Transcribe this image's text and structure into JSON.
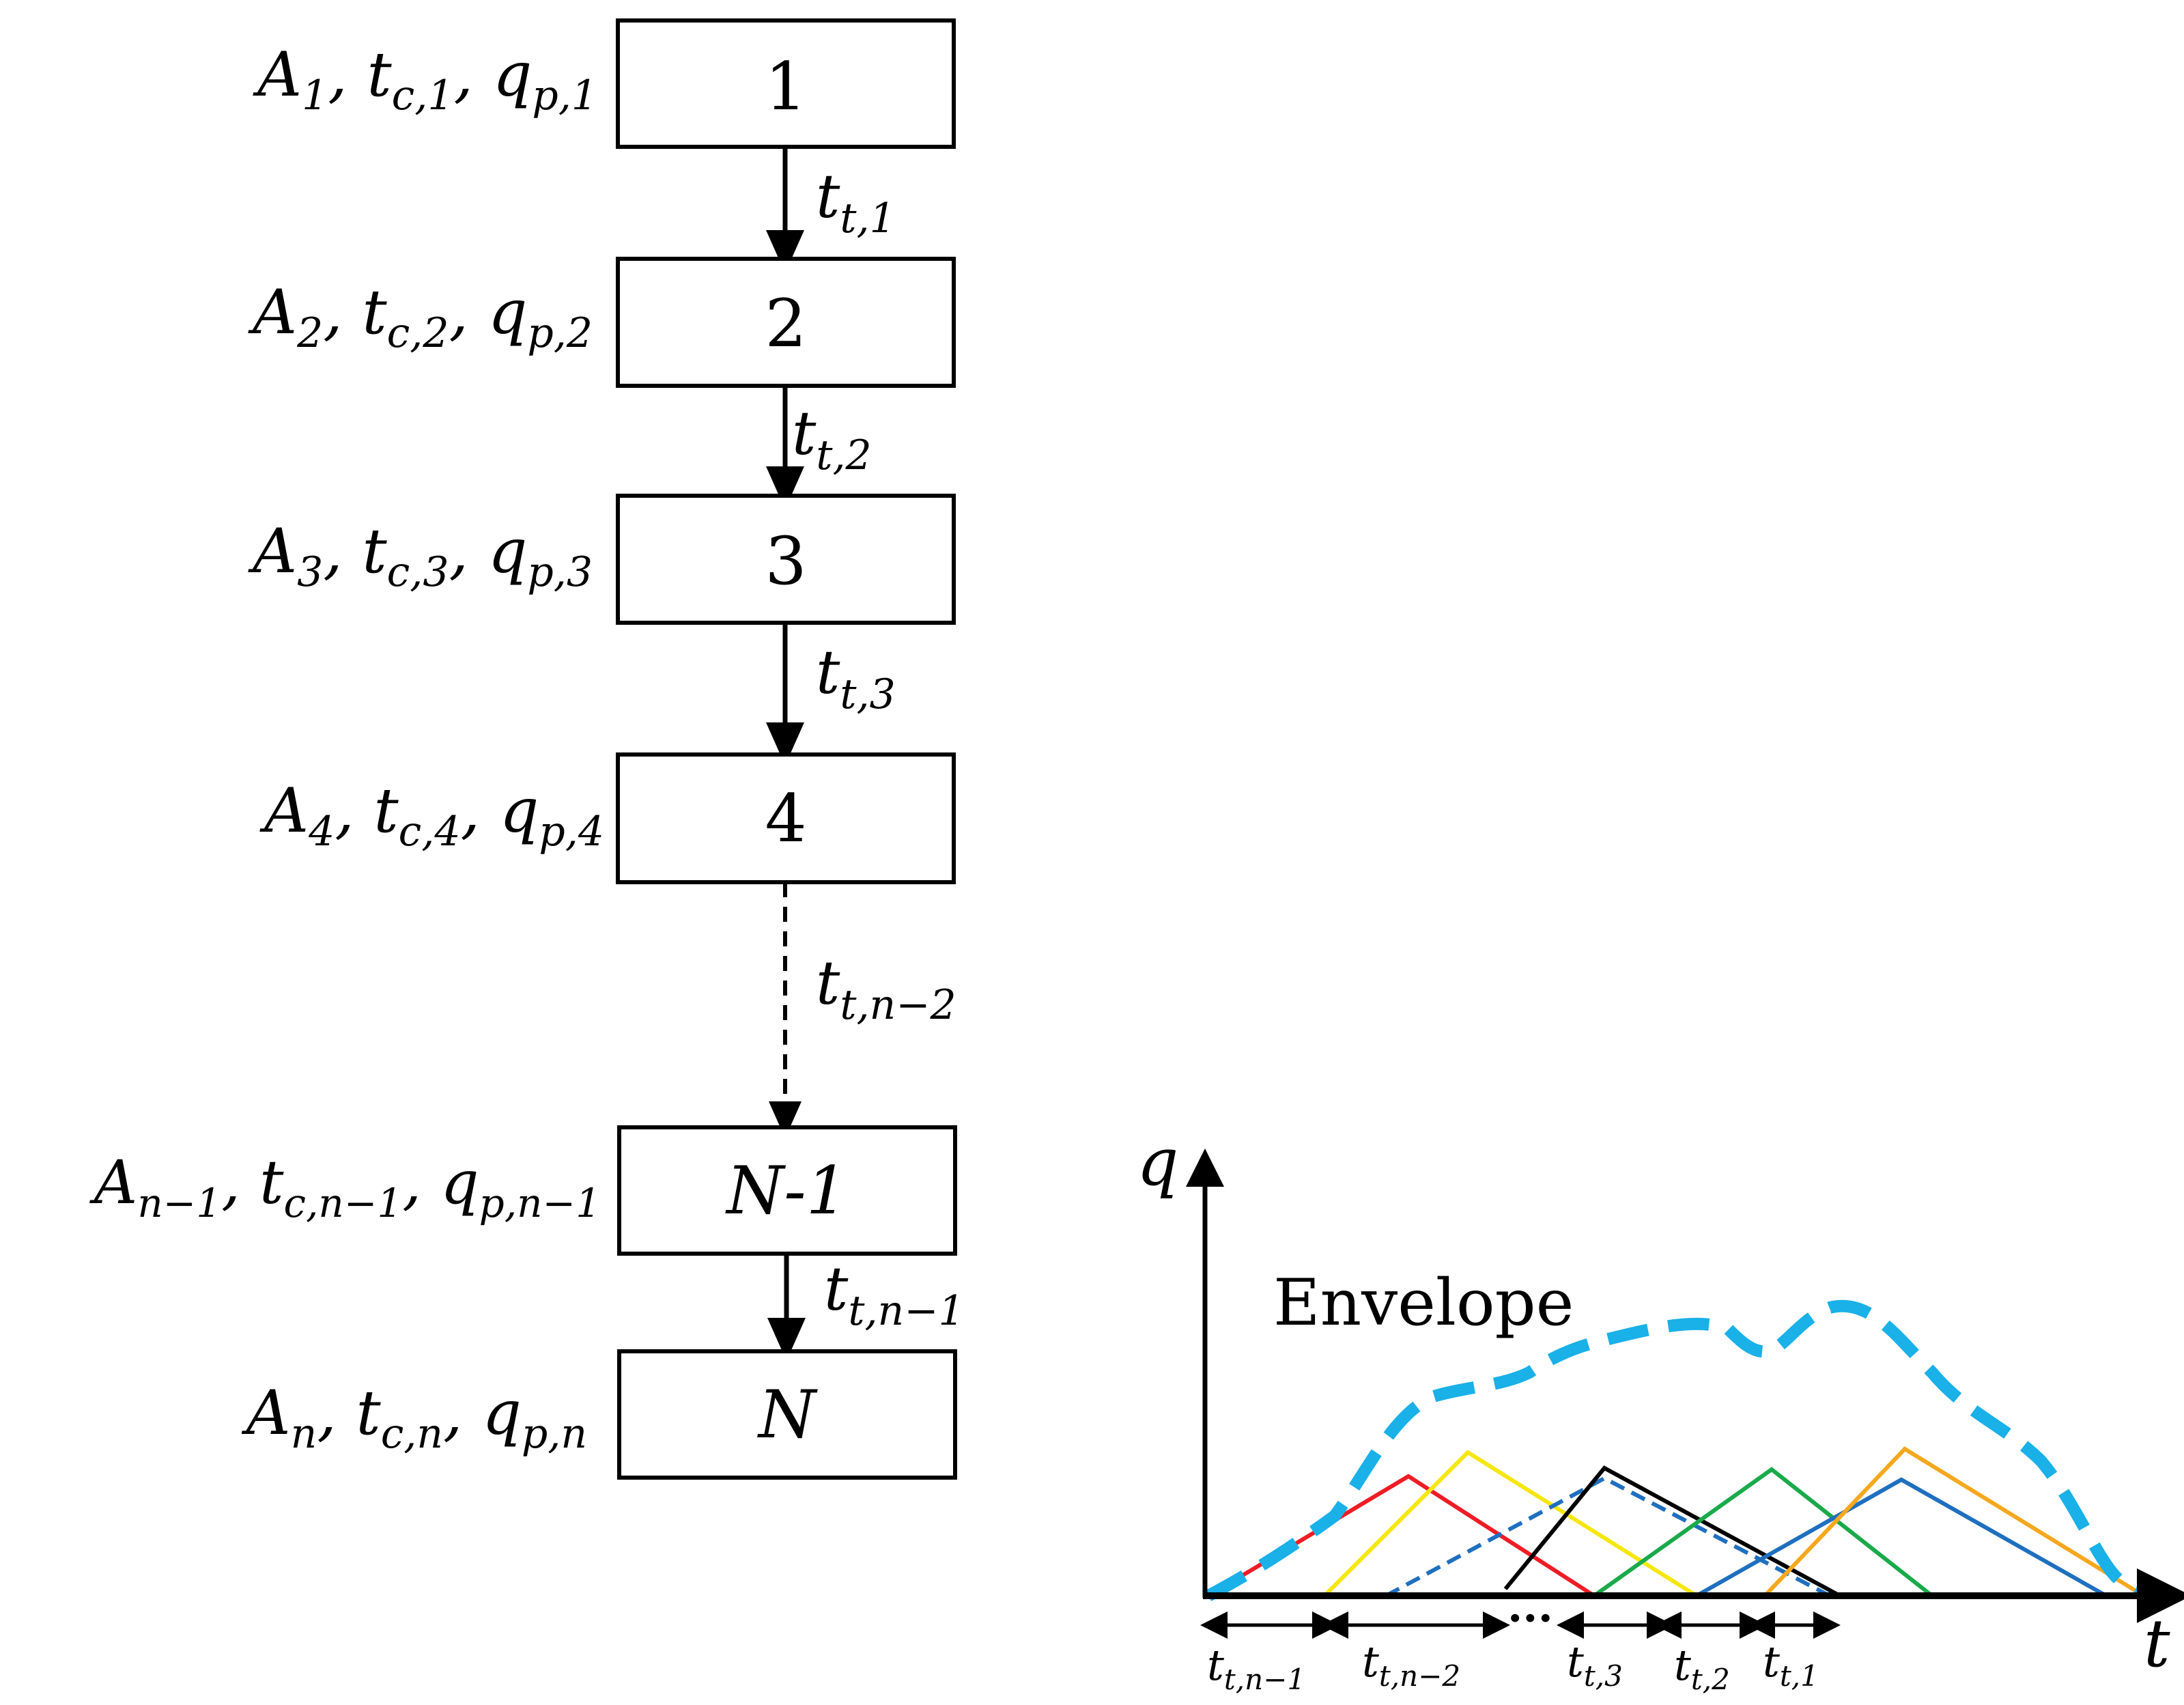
{
  "flowchart": {
    "nodes": [
      {
        "id": "1",
        "label": "1",
        "params": {
          "A": "A",
          "A_sub": "1",
          "tc": "t",
          "tc_sub": "c,1",
          "qp": "q",
          "qp_sub": "p,1"
        }
      },
      {
        "id": "2",
        "label": "2",
        "params": {
          "A": "A",
          "A_sub": "2",
          "tc": "t",
          "tc_sub": "c,2",
          "qp": "q",
          "qp_sub": "p,2"
        }
      },
      {
        "id": "3",
        "label": "3",
        "params": {
          "A": "A",
          "A_sub": "3",
          "tc": "t",
          "tc_sub": "c,3",
          "qp": "q",
          "qp_sub": "p,3"
        }
      },
      {
        "id": "4",
        "label": "4",
        "params": {
          "A": "A",
          "A_sub": "4",
          "tc": "t",
          "tc_sub": "c,4",
          "qp": "q",
          "qp_sub": "p,4"
        }
      },
      {
        "id": "N-1",
        "label": "N-1",
        "params": {
          "A": "A",
          "A_sub": "n−1",
          "tc": "t",
          "tc_sub": "c,n−1",
          "qp": "q",
          "qp_sub": "p,n−1"
        }
      },
      {
        "id": "N",
        "label": "N",
        "params": {
          "A": "A",
          "A_sub": "n",
          "tc": "t",
          "tc_sub": "c,n",
          "qp": "q",
          "qp_sub": "p,n"
        }
      }
    ],
    "edges": [
      {
        "from": "1",
        "to": "2",
        "label": "t",
        "sub": "t,1",
        "style": "solid"
      },
      {
        "from": "2",
        "to": "3",
        "label": "t",
        "sub": "t,2",
        "style": "solid"
      },
      {
        "from": "3",
        "to": "4",
        "label": "t",
        "sub": "t,3",
        "style": "solid"
      },
      {
        "from": "4",
        "to": "N-1",
        "label": "t",
        "sub": "t,n−2",
        "style": "dashed"
      },
      {
        "from": "N-1",
        "to": "N",
        "label": "t",
        "sub": "t,n−1",
        "style": "solid"
      }
    ]
  },
  "hydrograph": {
    "y_axis_label": "q",
    "x_axis_label": "t",
    "envelope_label": "Envelope",
    "ellipsis": "···",
    "interval_labels": [
      {
        "label": "t",
        "sub": "t,n−1"
      },
      {
        "label": "t",
        "sub": "t,n−2"
      },
      {
        "label": "t",
        "sub": "t,3"
      },
      {
        "label": "t",
        "sub": "t,2"
      },
      {
        "label": "t",
        "sub": "t,1"
      }
    ],
    "colors": {
      "envelope": "#1ab0e8",
      "red": "#ee1c25",
      "yellow": "#f5e70f",
      "blue_dashed": "#1f6fbf",
      "black": "#000000",
      "green": "#1aaa4a",
      "blue": "#1f6fbf",
      "orange": "#f5a81e"
    }
  }
}
